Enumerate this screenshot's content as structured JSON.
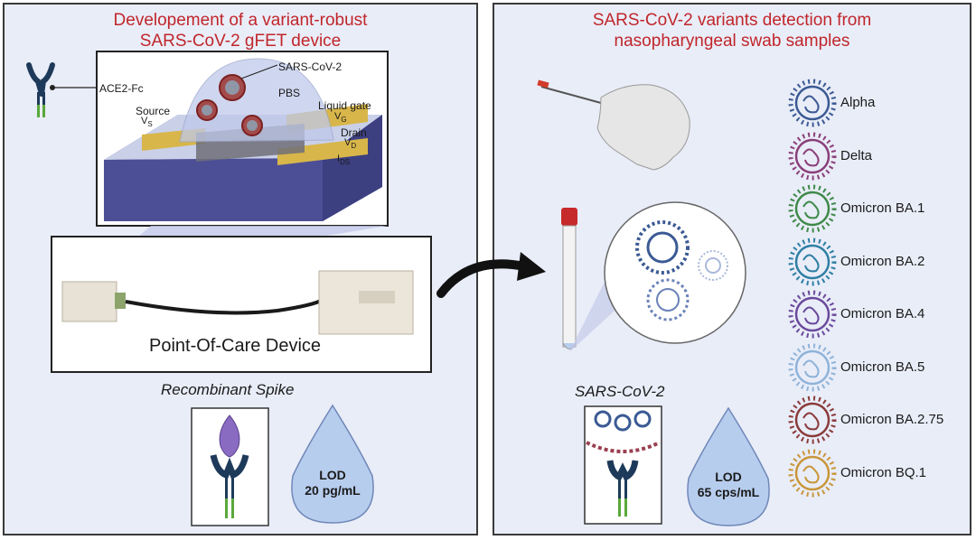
{
  "left_panel": {
    "title_line1": "Developement of a variant-robust",
    "title_line2": "SARS-CoV-2 gFET device",
    "device_labels": {
      "ace2": "ACE2-Fc",
      "sars": "SARS-CoV-2",
      "pbs": "PBS",
      "source": "Source",
      "source_sub": "V",
      "source_subscript": "S",
      "liquid_gate": "Liquid gate",
      "gate_v": "V",
      "gate_subscript": "G",
      "drain": "Drain",
      "drain_v": "V",
      "drain_subscript": "D",
      "ids": "I",
      "ids_subscript": "DS"
    },
    "poc_label": "Point-Of-Care Device",
    "spike_label": "Recombinant Spike",
    "lod_line1": "LOD",
    "lod_line2": "20 pg/mL"
  },
  "right_panel": {
    "title_line1": "SARS-CoV-2 variants detection from",
    "title_line2": "nasopharyngeal swab samples",
    "sars_label": "SARS-CoV-2",
    "lod_line1": "LOD",
    "lod_line2": "65 cps/mL",
    "variants": [
      {
        "name": "Alpha",
        "color": "#3b5a94"
      },
      {
        "name": "Delta",
        "color": "#8a3f7a"
      },
      {
        "name": "Omicron BA.1",
        "color": "#3f8a4a"
      },
      {
        "name": "Omicron BA.2",
        "color": "#2f7fa3"
      },
      {
        "name": "Omicron BA.4",
        "color": "#6b4a9c"
      },
      {
        "name": "Omicron BA.5",
        "color": "#8fb3d9"
      },
      {
        "name": "Omicron BA.2.75",
        "color": "#8a3b3b"
      },
      {
        "name": "Omicron BQ.1",
        "color": "#c9963a"
      }
    ]
  }
}
